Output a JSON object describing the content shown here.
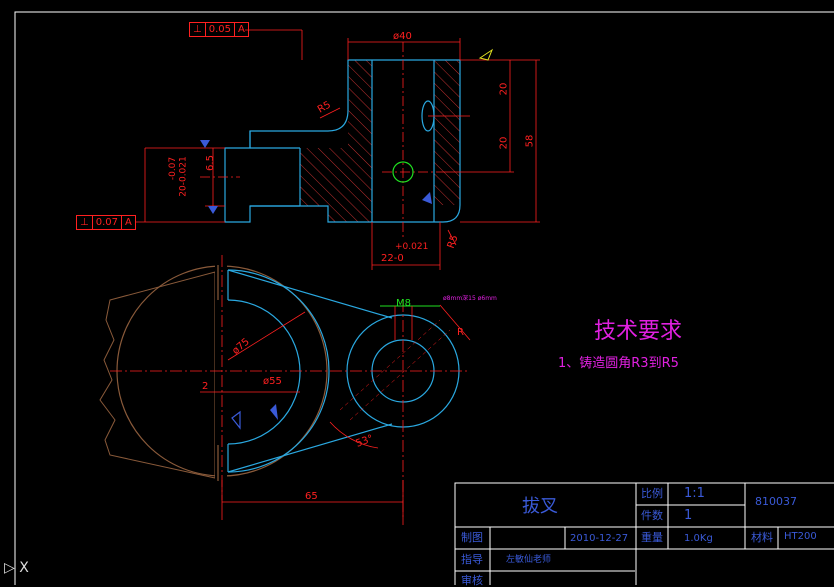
{
  "dims": {
    "dia40": "ø40",
    "d20_top": "20",
    "d20_mid": "20",
    "d58": "58",
    "r5_top": "R5",
    "d6_5": "6.5",
    "tol_a": "-0.07",
    "tol_b": "20-0.021",
    "tol_c": "+0.021",
    "d22": "22-0",
    "r5_bot": "R5",
    "m8": "M8",
    "dia75": "ø75",
    "dia55": "ø55",
    "d2": "2",
    "angle": "53°",
    "d65": "65",
    "r_small": "R",
    "mag_note": "ø8mm深15 ø6mm"
  },
  "frames": {
    "top": {
      "sym": "⊥",
      "val": "0.05",
      "ref": "A"
    },
    "left": {
      "sym": "⊥",
      "val": "0.07",
      "ref": "A"
    }
  },
  "notes": {
    "title": "技术要求",
    "line1": "1、铸造圆角R3到R5"
  },
  "title_block": {
    "part_name": "拔叉",
    "scale_label": "比例",
    "scale_value": "1:1",
    "qty_label": "件数",
    "qty_value": "1",
    "drawing_no": "810037",
    "drawn_label": "制图",
    "date": "2010-12-27",
    "weight_label": "重量",
    "weight_value": "1.0Kg",
    "material_label": "材料",
    "material_value": "HT200",
    "guide_label": "指导",
    "guide_name": "左敏仙老师",
    "review_label": "审核"
  },
  "colors": {
    "outline": "#2aa8e0",
    "dim": "#ff2020",
    "hatch": "#e03030",
    "brown": "#8a5a3a",
    "green": "#20e020",
    "magenta": "#e020e0",
    "titleblock": "#3a5ad8"
  }
}
